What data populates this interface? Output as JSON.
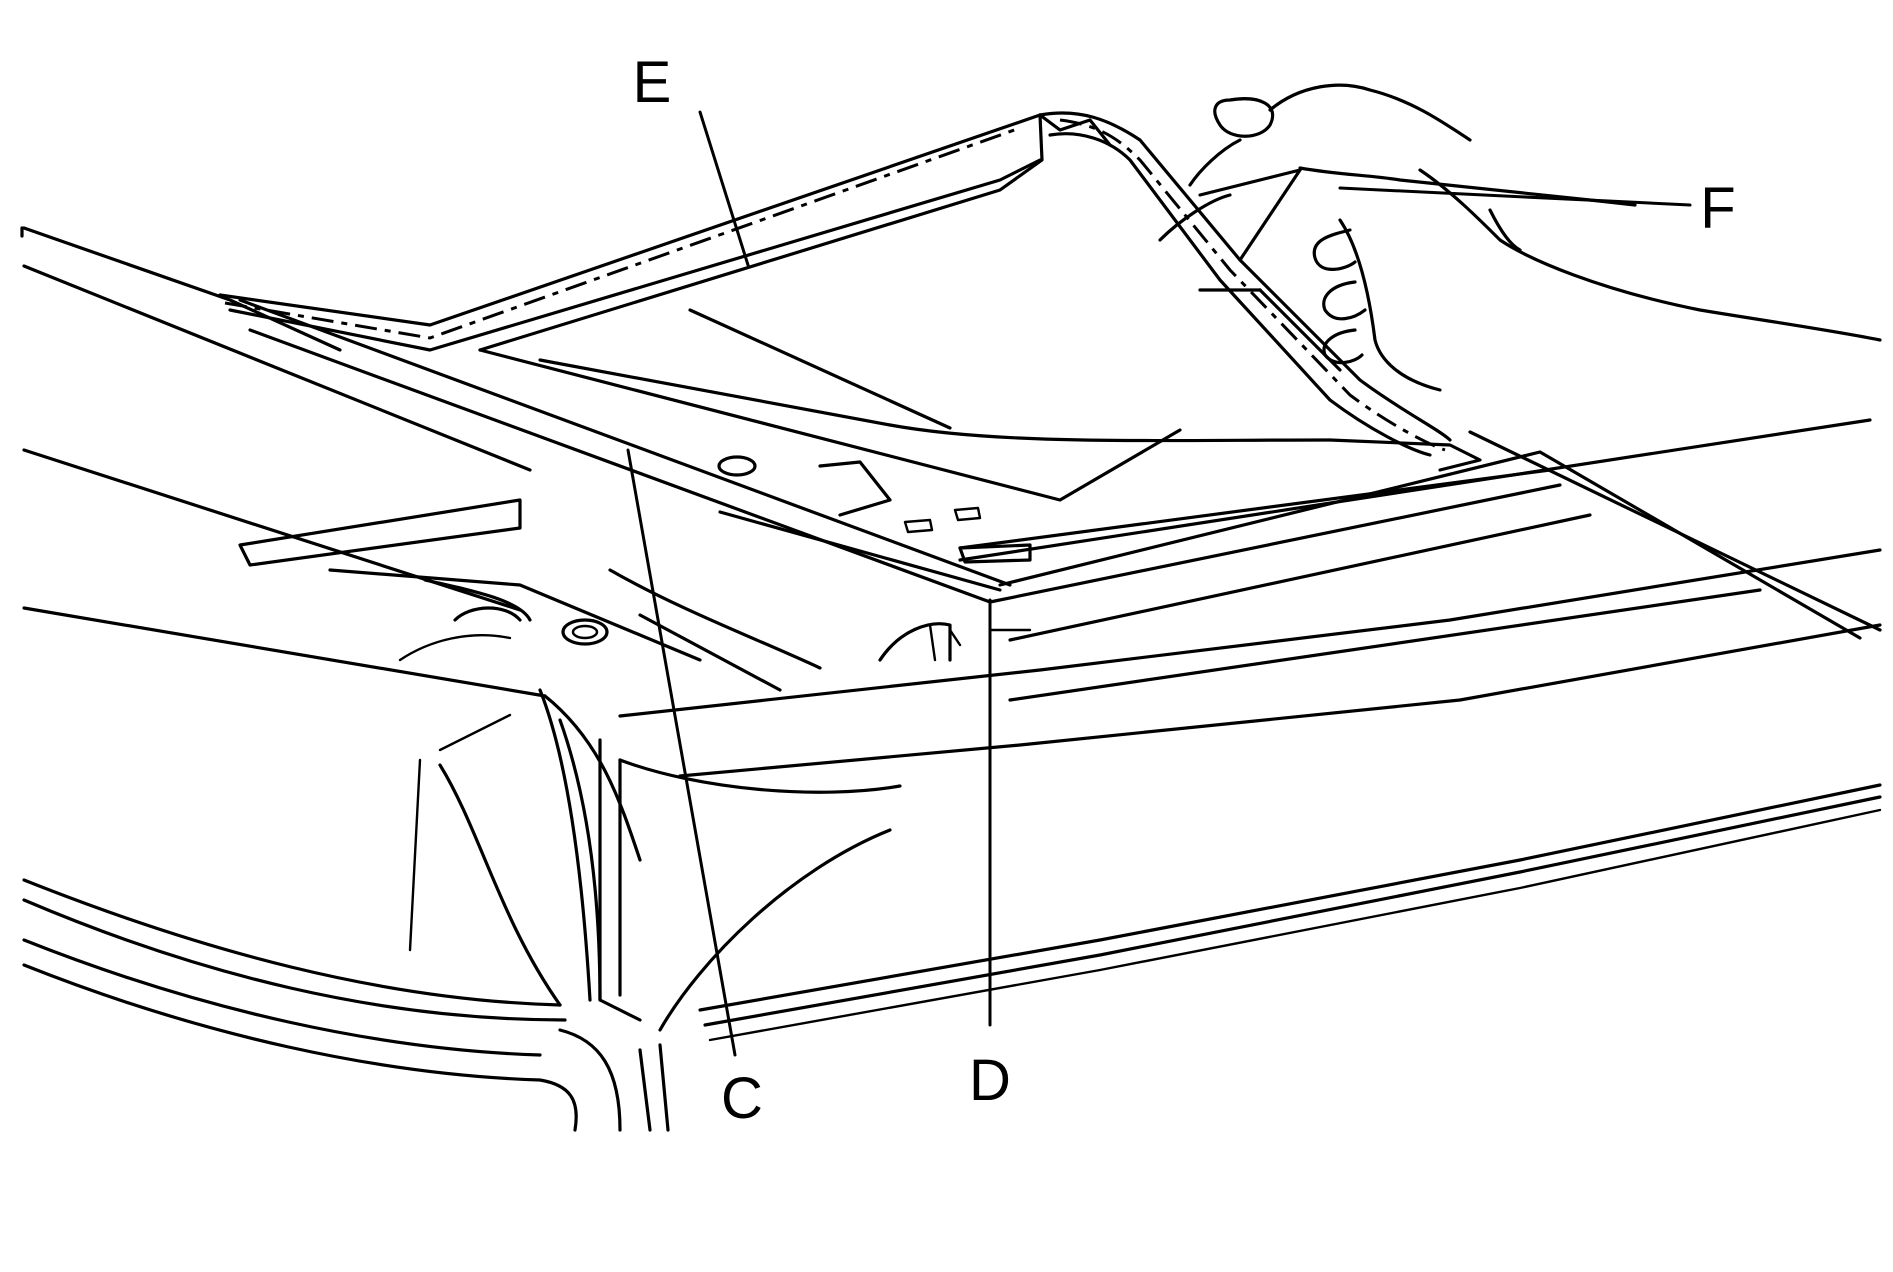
{
  "figure": {
    "callouts": [
      {
        "id": "E",
        "label": "E"
      },
      {
        "id": "F",
        "label": "F"
      },
      {
        "id": "C",
        "label": "C"
      },
      {
        "id": "D",
        "label": "D"
      }
    ]
  }
}
